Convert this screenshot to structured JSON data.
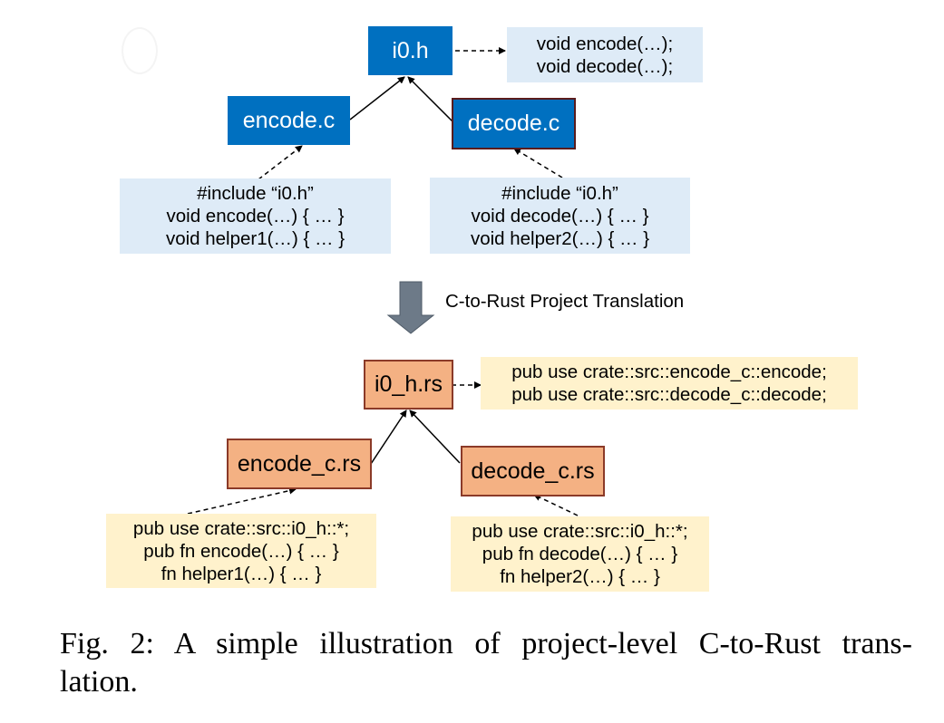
{
  "diagram": {
    "c_project": {
      "header_node": {
        "label": "i0.h"
      },
      "header_note": {
        "lines": [
          "void encode(…);",
          "void decode(…);"
        ]
      },
      "encode_node": {
        "label": "encode.c"
      },
      "encode_note": {
        "lines": [
          "#include “i0.h”",
          "void encode(…) { … }",
          "void helper1(…) { … }"
        ]
      },
      "decode_node": {
        "label": "decode.c"
      },
      "decode_note": {
        "lines": [
          "#include “i0.h”",
          "void decode(…) { … }",
          "void helper2(…) { … }"
        ]
      }
    },
    "translation": {
      "label": "C-to-Rust Project Translation"
    },
    "rust_project": {
      "header_node": {
        "label": "i0_h.rs"
      },
      "header_note": {
        "lines": [
          "pub use crate::src::encode_c::encode;",
          "pub use crate::src::decode_c::decode;"
        ]
      },
      "encode_node": {
        "label": "encode_c.rs"
      },
      "encode_note": {
        "lines": [
          "pub use crate::src::i0_h::*;",
          "pub fn encode(…) { … }",
          "fn helper1(…) { … }"
        ]
      },
      "decode_node": {
        "label": "decode_c.rs"
      },
      "decode_note": {
        "lines": [
          "pub use crate::src::i0_h::*;",
          "pub fn decode(…) { … }",
          "fn helper2(…) { … }"
        ]
      }
    },
    "colors": {
      "c_node": "#0070c0",
      "c_note": "#deebf7",
      "rs_node": "#f4b183",
      "rs_note": "#fff2cc",
      "translation_arrow": "#6d7a88"
    }
  },
  "caption": {
    "line1": "Fig. 2: A simple illustration of project-level C-to-Rust trans-",
    "line2": "lation."
  }
}
